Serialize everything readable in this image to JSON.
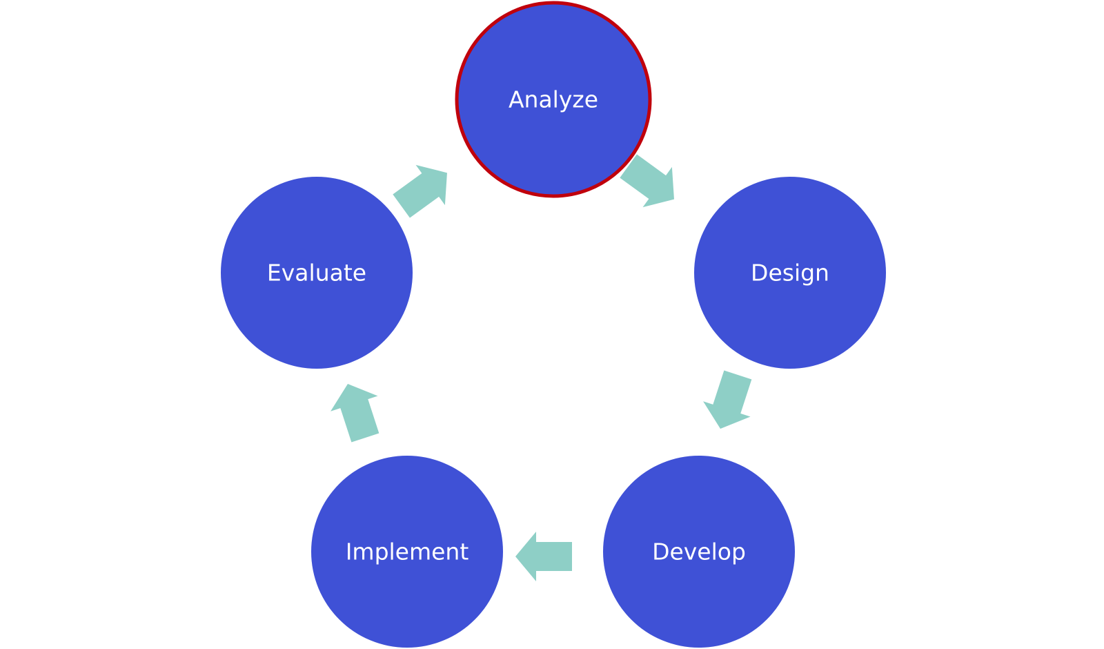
{
  "diagram": {
    "type": "cycle",
    "colors": {
      "circle_fill": "#3F51D6",
      "highlight_stroke": "#C0000C",
      "arrow_fill": "#8ECFC6",
      "label_color": "#FFFFFF"
    },
    "stages": [
      {
        "label": "Analyze",
        "highlighted": true
      },
      {
        "label": "Design",
        "highlighted": false
      },
      {
        "label": "Develop",
        "highlighted": false
      },
      {
        "label": "Implement",
        "highlighted": false
      },
      {
        "label": "Evaluate",
        "highlighted": false
      }
    ],
    "arrows": [
      {
        "from": "Analyze",
        "to": "Design"
      },
      {
        "from": "Design",
        "to": "Develop"
      },
      {
        "from": "Develop",
        "to": "Implement"
      },
      {
        "from": "Implement",
        "to": "Evaluate"
      },
      {
        "from": "Evaluate",
        "to": "Analyze"
      }
    ]
  }
}
